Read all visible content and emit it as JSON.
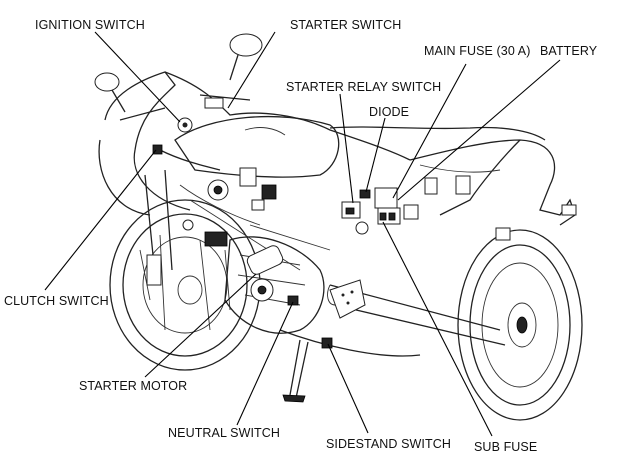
{
  "diagram": {
    "labels": {
      "ignition_switch": "IGNITION SWITCH",
      "starter_switch": "STARTER SWITCH",
      "main_fuse": "MAIN FUSE (30 A)",
      "battery": "BATTERY",
      "starter_relay_switch": "STARTER RELAY SWITCH",
      "diode": "DIODE",
      "clutch_switch": "CLUTCH SWITCH",
      "starter_motor": "STARTER MOTOR",
      "neutral_switch": "NEUTRAL SWITCH",
      "sidestand_switch": "SIDESTAND SWITCH",
      "sub_fuse": "SUB FUSE"
    }
  }
}
